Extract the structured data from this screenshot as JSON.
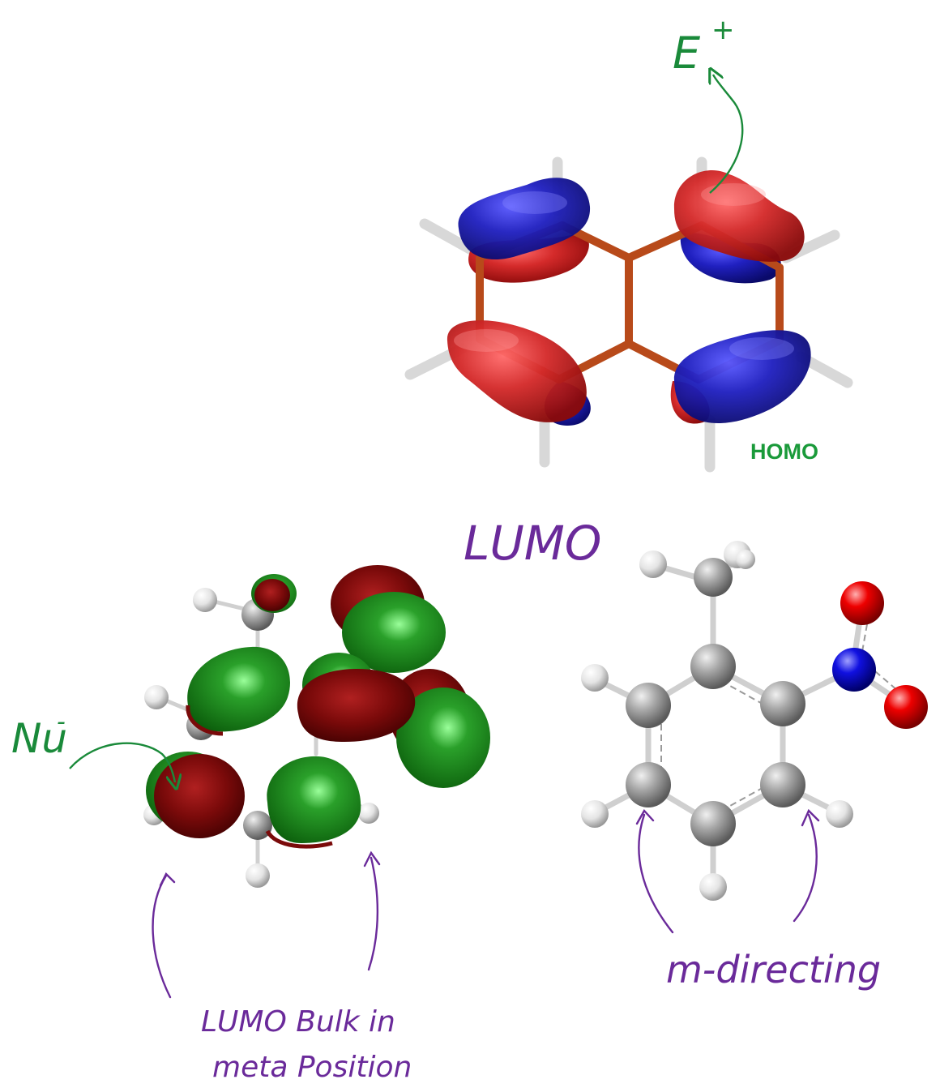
{
  "labels": {
    "homo": "HOMO",
    "lumo_heading": "LUMO",
    "electrophile": "E",
    "electrophile_charge": "+",
    "nucleophile": "Nu",
    "nucleophile_charge": "-",
    "lumo_bulk_line1": "LUMO Bulk in",
    "lumo_bulk_line2": "meta Position",
    "m_directing": "m-directing"
  },
  "colors": {
    "homo_lobe_red": "#c8202a",
    "homo_lobe_blue": "#1a1ab0",
    "homo_bond": "#b84a1a",
    "lumo_lobe_green": "#1a8a1a",
    "lumo_lobe_darkred": "#7a0a0a",
    "carbon_gray": "#9a9a9a",
    "hydrogen_white": "#e8e8e8",
    "oxygen_red": "#e00000",
    "nitrogen_blue": "#1010d0",
    "annotation_green": "#1a8a3a",
    "annotation_purple": "#6a2a9a"
  },
  "icons": {
    "homo_molecule": "naphthalene-homo-orbital-icon",
    "lumo_molecule": "nitrotoluene-lumo-orbital-icon",
    "ball_stick_molecule": "nitrotoluene-ball-and-stick-icon"
  }
}
